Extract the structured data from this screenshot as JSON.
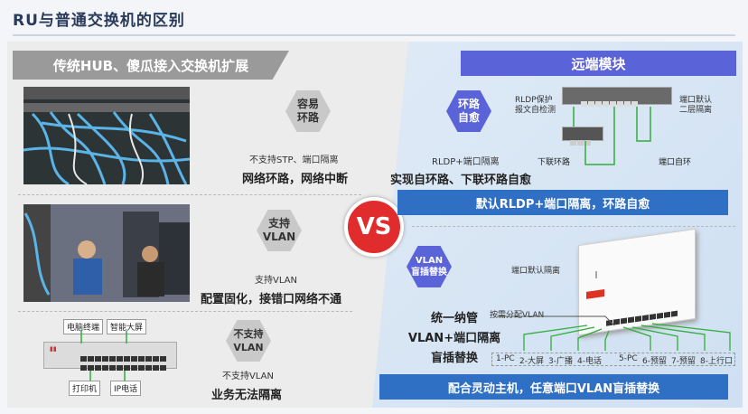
{
  "title": "RU与普通交换机的区别",
  "left": {
    "header": "传统HUB、傻瓜接入交换机扩展",
    "rows": [
      {
        "hex": "容易\n环路",
        "small": "不支持STP、端口隔离",
        "big": "网络环路，网络中断"
      },
      {
        "hex": "支持\nVLAN",
        "small": "支持VLAN",
        "big": "配置固化，接错口网络不通"
      },
      {
        "hex": "不支持\nVLAN",
        "small": "不支持VLAN",
        "big": "业务无法隔离"
      }
    ],
    "device_labels": [
      "电脑终端",
      "智能大屏",
      "打印机",
      "IP电话"
    ]
  },
  "vs": "VS",
  "right": {
    "header": "远端模块",
    "row1": {
      "hex": "环路\n自愈",
      "labels": [
        "RLDP保护\n报文自检测",
        "端口默认\n二层隔离",
        "下联环路",
        "端口自环"
      ],
      "small": "RLDP+端口隔离",
      "big": "实现自环路、下联环路自愈",
      "banner": "默认RLDP+端口隔离，环路自愈"
    },
    "row2": {
      "hex": "VLAN\n盲插替换",
      "text_lines": [
        "统一纳管",
        "VLAN+端口隔离",
        "盲插替换"
      ],
      "labels": [
        "端口默认隔离",
        "按需分配VLAN"
      ],
      "ports": [
        "1-PC",
        "2-大屏",
        "3-广播",
        "4-电话",
        "5-PC",
        "6-预留",
        "7-预留",
        "8-上行口"
      ],
      "banner": "配合灵动主机，任意端口VLAN盲插替换"
    }
  }
}
